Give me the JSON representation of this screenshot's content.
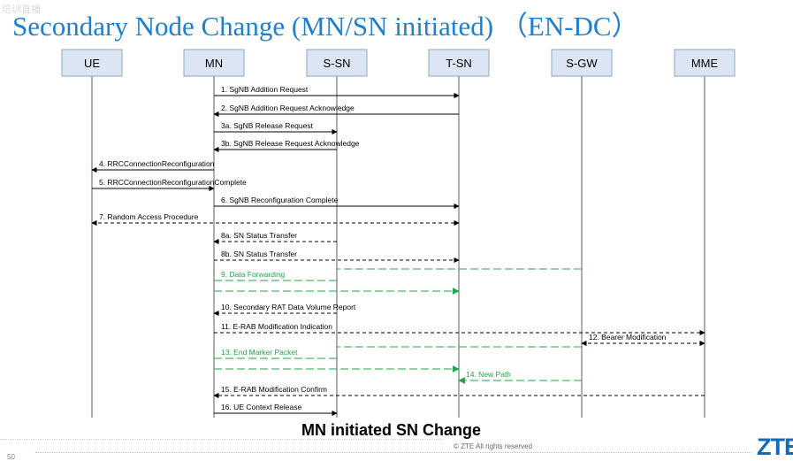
{
  "header": {
    "title": "Secondary Node Change (MN/SN initiated) （EN-DC）",
    "watermark": "培训直播"
  },
  "entities": [
    {
      "id": "UE",
      "label": "UE"
    },
    {
      "id": "MN",
      "label": "MN"
    },
    {
      "id": "SSN",
      "label": "S-SN"
    },
    {
      "id": "TSN",
      "label": "T-SN"
    },
    {
      "id": "SGW",
      "label": "S-GW"
    },
    {
      "id": "MME",
      "label": "MME"
    }
  ],
  "messages": [
    {
      "label": "1. SgNB Addition Request",
      "from": "MN",
      "to": "TSN",
      "style": "solid",
      "color": "#000000"
    },
    {
      "label": "2. SgNB Addition Request Acknowledge",
      "from": "TSN",
      "to": "MN",
      "style": "solid",
      "color": "#000000"
    },
    {
      "label": "3a. SgNB Release Request",
      "from": "MN",
      "to": "SSN",
      "style": "solid",
      "color": "#000000"
    },
    {
      "label": "3b. SgNB Release Request Acknowledge",
      "from": "SSN",
      "to": "MN",
      "style": "solid",
      "color": "#000000"
    },
    {
      "label": "4. RRCConnectionReconfiguration",
      "from": "MN",
      "to": "UE",
      "style": "solid",
      "color": "#000000"
    },
    {
      "label": "5. RRCConnectionReconfigurationComplete",
      "from": "UE",
      "to": "MN",
      "style": "solid",
      "color": "#000000"
    },
    {
      "label": "6. SgNB Reconfiguration Complete",
      "from": "MN",
      "to": "TSN",
      "style": "solid",
      "color": "#000000"
    },
    {
      "label": "7. Random Access Procedure",
      "from": "UE",
      "to": "TSN",
      "style": "dashed",
      "color": "#000000",
      "bidirectional": true
    },
    {
      "label": "8a. SN Status Transfer",
      "from": "SSN",
      "to": "MN",
      "style": "dashed",
      "color": "#000000"
    },
    {
      "label": "8b. SN Status Transfer",
      "from": "MN",
      "to": "TSN",
      "style": "dashed",
      "color": "#000000"
    },
    {
      "label": "",
      "from": "SGW",
      "to": "SSN",
      "style": "dashed",
      "color": "#22a34a",
      "no_arrow": true
    },
    {
      "label": "9. Data Forwarding",
      "from": "SSN",
      "to": "MN",
      "style": "dashed",
      "color": "#22a34a",
      "no_arrow": true
    },
    {
      "label": "",
      "from": "MN",
      "to": "TSN",
      "style": "dashed",
      "color": "#22a34a"
    },
    {
      "label": "10. Secondary RAT Data Volume Report",
      "from": "SSN",
      "to": "MN",
      "style": "dashed",
      "color": "#000000"
    },
    {
      "label": "11. E-RAB Modification Indication",
      "from": "MN",
      "to": "MME",
      "style": "dashed",
      "color": "#000000"
    },
    {
      "label": "12. Bearer Modification",
      "from": "SGW",
      "to": "MME",
      "style": "dashed",
      "color": "#000000",
      "bidirectional": true
    },
    {
      "label": "",
      "from": "SGW",
      "to": "SSN",
      "style": "dashed",
      "color": "#22a34a",
      "no_arrow": true
    },
    {
      "label": "13. End Marker Packet",
      "from": "SSN",
      "to": "MN",
      "style": "dashed",
      "color": "#22a34a",
      "no_arrow": true
    },
    {
      "label": "",
      "from": "MN",
      "to": "TSN",
      "style": "dashed",
      "color": "#22a34a"
    },
    {
      "label": "14. New Path",
      "from": "SGW",
      "to": "TSN",
      "style": "dashed",
      "color": "#22a34a"
    },
    {
      "label": "15. E-RAB Modification Confirm",
      "from": "MME",
      "to": "MN",
      "style": "dashed",
      "color": "#000000"
    },
    {
      "label": "16. UE Context Release",
      "from": "MN",
      "to": "SSN",
      "style": "solid",
      "color": "#000000"
    }
  ],
  "caption": "MN initiated SN Change",
  "footer": {
    "copyright": "© ZTE All rights reserved",
    "logo": "ZTE",
    "page_number": "50"
  }
}
